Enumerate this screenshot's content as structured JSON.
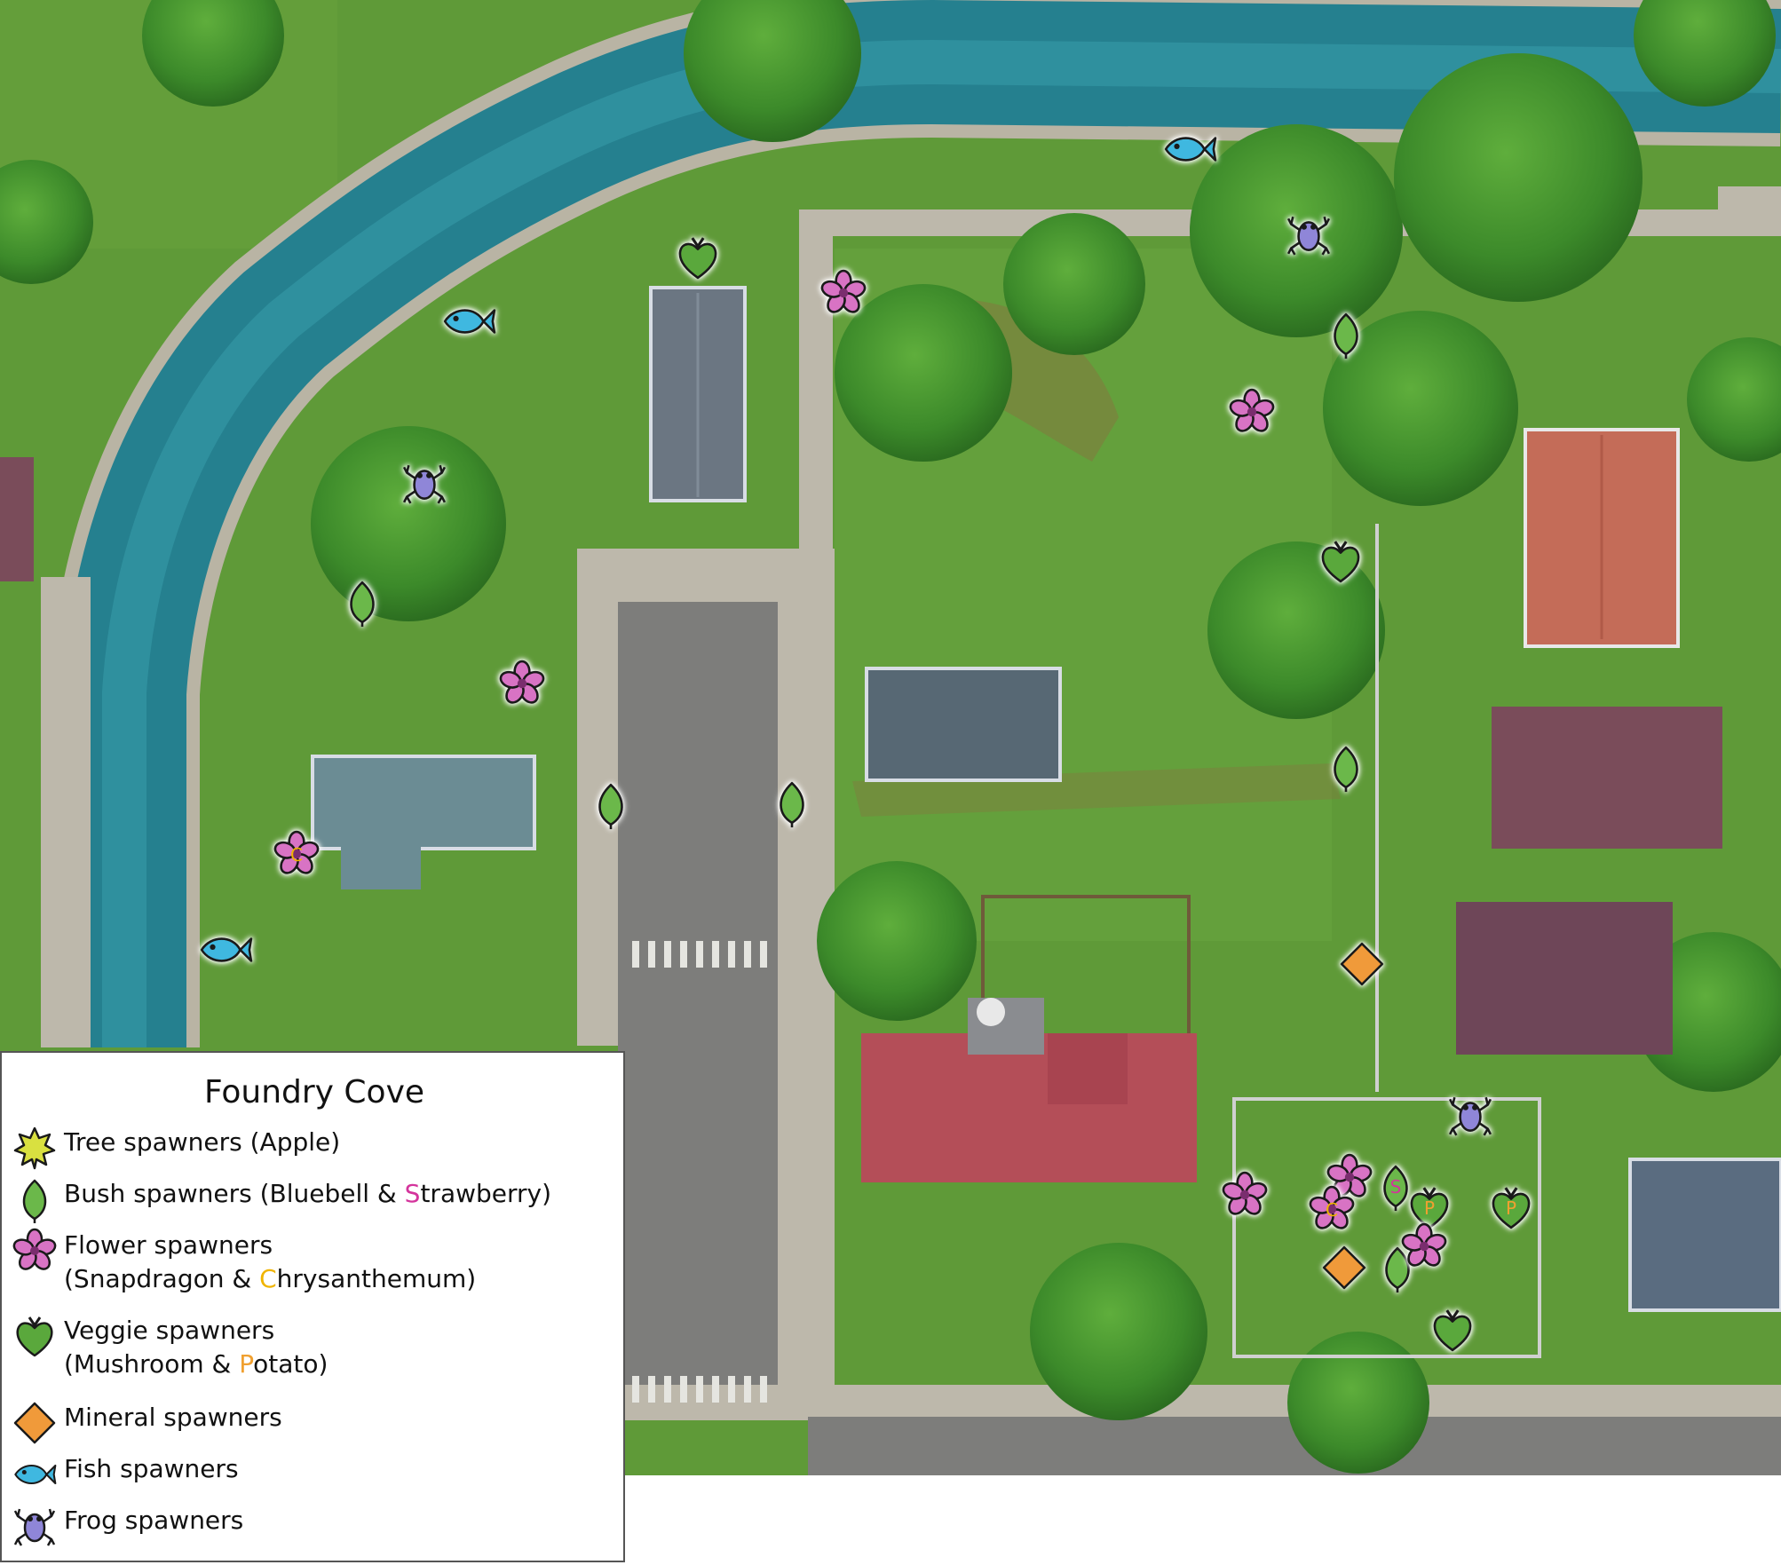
{
  "legend": {
    "title": "Foundry Cove",
    "items": [
      {
        "key": "tree",
        "icon": "apple-leaf-icon",
        "color": "#d9e040",
        "text_parts": [
          {
            "text": "Tree spawners (Apple)"
          }
        ]
      },
      {
        "key": "bush",
        "icon": "bush-leaf-icon",
        "color": "#6bb84a",
        "text_parts": [
          {
            "text": "Bush spawners (Bluebell & "
          },
          {
            "text": "S",
            "color": "#d4349c"
          },
          {
            "text": "trawberry)"
          }
        ]
      },
      {
        "key": "flower",
        "icon": "flower-icon",
        "color": "#d873c4",
        "text_parts": [
          {
            "text": "Flower spawners"
          }
        ],
        "line2": [
          {
            "text": "(Snapdragon & "
          },
          {
            "text": "C",
            "color": "#f0b400"
          },
          {
            "text": "hrysanthemum)"
          }
        ]
      },
      {
        "key": "veggie",
        "icon": "veggie-icon",
        "color": "#5aa83c",
        "text_parts": [
          {
            "text": "Veggie spawners"
          }
        ],
        "line2": [
          {
            "text": "(Mushroom & "
          },
          {
            "text": "P",
            "color": "#f0a030"
          },
          {
            "text": "otato)"
          }
        ]
      },
      {
        "key": "mineral",
        "icon": "mineral-diamond-icon",
        "color": "#f09a3a",
        "text_parts": [
          {
            "text": "Mineral spawners"
          }
        ]
      },
      {
        "key": "fish",
        "icon": "fish-icon",
        "color": "#3fb8e0",
        "text_parts": [
          {
            "text": "Fish spawners"
          }
        ]
      },
      {
        "key": "frog",
        "icon": "frog-icon",
        "color": "#8f86d8",
        "text_parts": [
          {
            "text": "Frog spawners"
          }
        ]
      }
    ]
  },
  "markers": [
    {
      "type": "fish"
    },
    {
      "type": "fish"
    },
    {
      "type": "fish"
    },
    {
      "type": "frog"
    },
    {
      "type": "frog"
    },
    {
      "type": "frog"
    },
    {
      "type": "veggie"
    },
    {
      "type": "veggie"
    },
    {
      "type": "veggie"
    },
    {
      "type": "veggie",
      "tag": "P"
    },
    {
      "type": "veggie",
      "tag": "P"
    },
    {
      "type": "bush"
    },
    {
      "type": "bush"
    },
    {
      "type": "bush"
    },
    {
      "type": "bush"
    },
    {
      "type": "bush"
    },
    {
      "type": "bush"
    },
    {
      "type": "bush",
      "tag": "S"
    },
    {
      "type": "flower"
    },
    {
      "type": "flower"
    },
    {
      "type": "flower"
    },
    {
      "type": "flower"
    },
    {
      "type": "flower"
    },
    {
      "type": "flower",
      "tag": "C"
    },
    {
      "type": "flower"
    },
    {
      "type": "flower",
      "tag": "C"
    },
    {
      "type": "mineral"
    },
    {
      "type": "mineral"
    },
    {
      "type": "tree"
    }
  ]
}
